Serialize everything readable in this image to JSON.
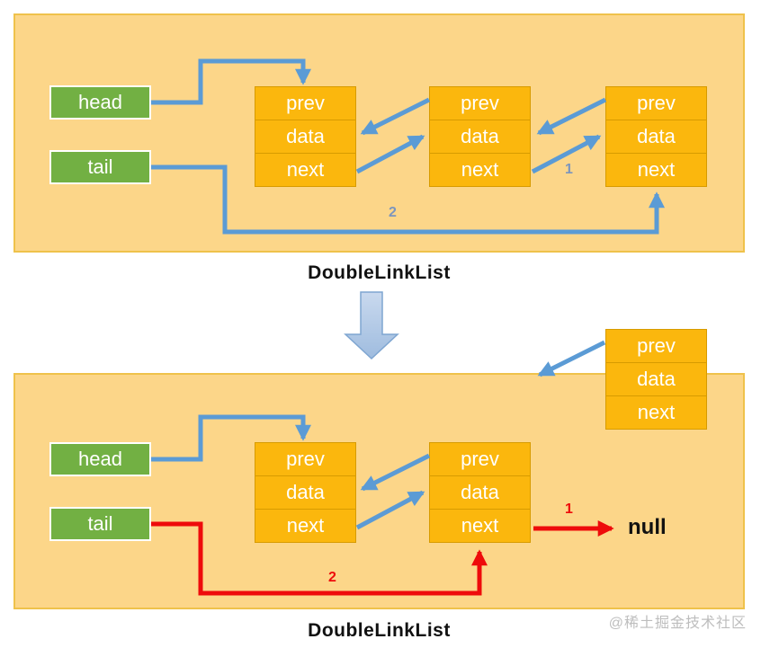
{
  "colors": {
    "panel_bg": "#FCD689",
    "panel_border": "#EFC24B",
    "node_fill": "#FBB70D",
    "node_border": "#D79B00",
    "green_fill": "#72B043",
    "blue": "#5B9BD5",
    "label_blue": "#7C95BD",
    "red": "#EE0B0B",
    "ink": "#111111",
    "watermark_gray": "#BDBDBD",
    "down_top": "#C9D9EE",
    "down_bottom": "#9FBCDF",
    "down_border": "#7FA6D1"
  },
  "cell_labels": [
    "prev",
    "data",
    "next"
  ],
  "top_diagram": {
    "title": "DoubleLinkList",
    "head_label": "head",
    "tail_label": "tail",
    "label_1": "1",
    "label_2": "2"
  },
  "bottom_diagram": {
    "title": "DoubleLinkList",
    "head_label": "head",
    "tail_label": "tail",
    "label_1": "1",
    "label_2": "2",
    "null_label": "null"
  },
  "watermark": "@稀土掘金技术社区"
}
